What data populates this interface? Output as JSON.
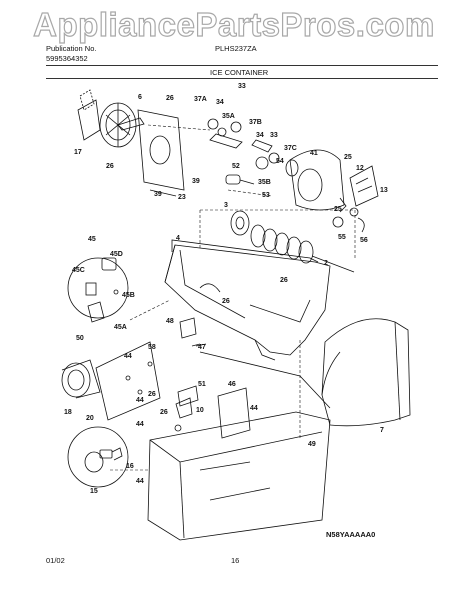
{
  "watermark": "AppliancePartsPros.com",
  "header": {
    "publication_label": "Publication No.",
    "publication_number": "5995364352",
    "model": "PLHS237ZA",
    "section_title": "ICE CONTAINER"
  },
  "footer": {
    "date": "01/02",
    "page_number": "16",
    "drawing_code": "N58YAAAAA0"
  },
  "callouts": [
    "6",
    "26",
    "37A",
    "34",
    "33",
    "35A",
    "37B",
    "34",
    "33",
    "52",
    "54",
    "37C",
    "41",
    "25",
    "12",
    "17",
    "26",
    "39",
    "39",
    "23",
    "35B",
    "53",
    "13",
    "25",
    "55",
    "56",
    "3",
    "4",
    "2",
    "26",
    "45",
    "45D",
    "45C",
    "45B",
    "45A",
    "50",
    "26",
    "48",
    "47",
    "58",
    "44",
    "18",
    "20",
    "44",
    "26",
    "26",
    "51",
    "46",
    "10",
    "44",
    "7",
    "44",
    "16",
    "15",
    "44",
    "49"
  ]
}
